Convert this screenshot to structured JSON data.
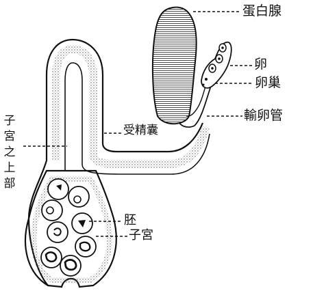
{
  "diagram": {
    "labels": {
      "albumen_gland": "蛋白腺",
      "egg": "卵",
      "ovary": "卵巢",
      "oviduct": "輸卵管",
      "seminal_receptacle": "受精囊",
      "embryo": "胚",
      "uterus": "子宮",
      "upper_uterus_chars": [
        "子",
        "宮",
        "之",
        "上",
        "部"
      ]
    },
    "colors": {
      "ink": "#111111",
      "stipple": "#555555",
      "background": "#ffffff"
    }
  }
}
